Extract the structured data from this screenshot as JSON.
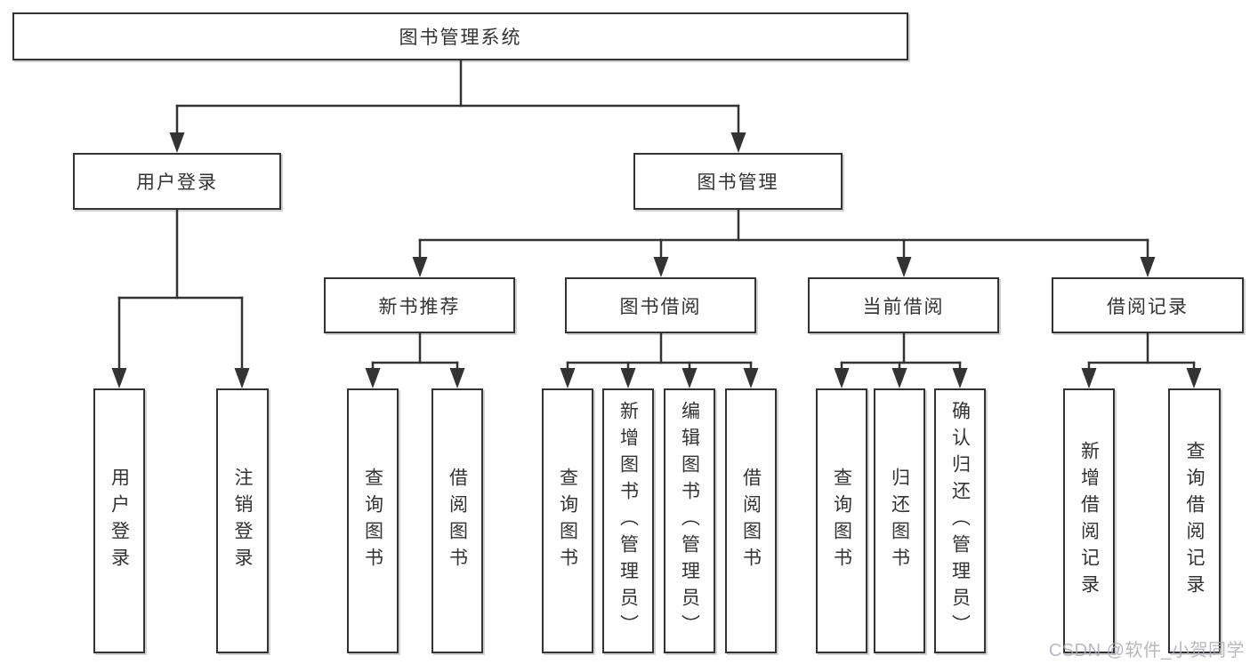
{
  "tree": {
    "label": "图书管理系统",
    "children": [
      {
        "label": "用户登录",
        "children": [
          {
            "label": "用户登录"
          },
          {
            "label": "注销登录"
          }
        ]
      },
      {
        "label": "图书管理",
        "children": [
          {
            "label": "新书推荐",
            "children": [
              {
                "label": "查询图书"
              },
              {
                "label": "借阅图书"
              }
            ]
          },
          {
            "label": "图书借阅",
            "children": [
              {
                "label": "查询图书"
              },
              {
                "label": "新增图书（管理员）"
              },
              {
                "label": "编辑图书（管理员）"
              },
              {
                "label": "借阅图书"
              }
            ]
          },
          {
            "label": "当前借阅",
            "children": [
              {
                "label": "查询图书"
              },
              {
                "label": "归还图书"
              },
              {
                "label": "确认归还（管理员）"
              }
            ]
          },
          {
            "label": "借阅记录",
            "children": [
              {
                "label": "新增借阅记录"
              },
              {
                "label": "查询借阅记录"
              }
            ]
          }
        ]
      }
    ]
  },
  "watermark": "CSDN @软件_小贺同学",
  "colors": {
    "line": "#333333",
    "border": "#333333",
    "fill": "#ffffff",
    "text": "#333333",
    "watermark": "#a9a9b3",
    "background": "#ffffff"
  }
}
